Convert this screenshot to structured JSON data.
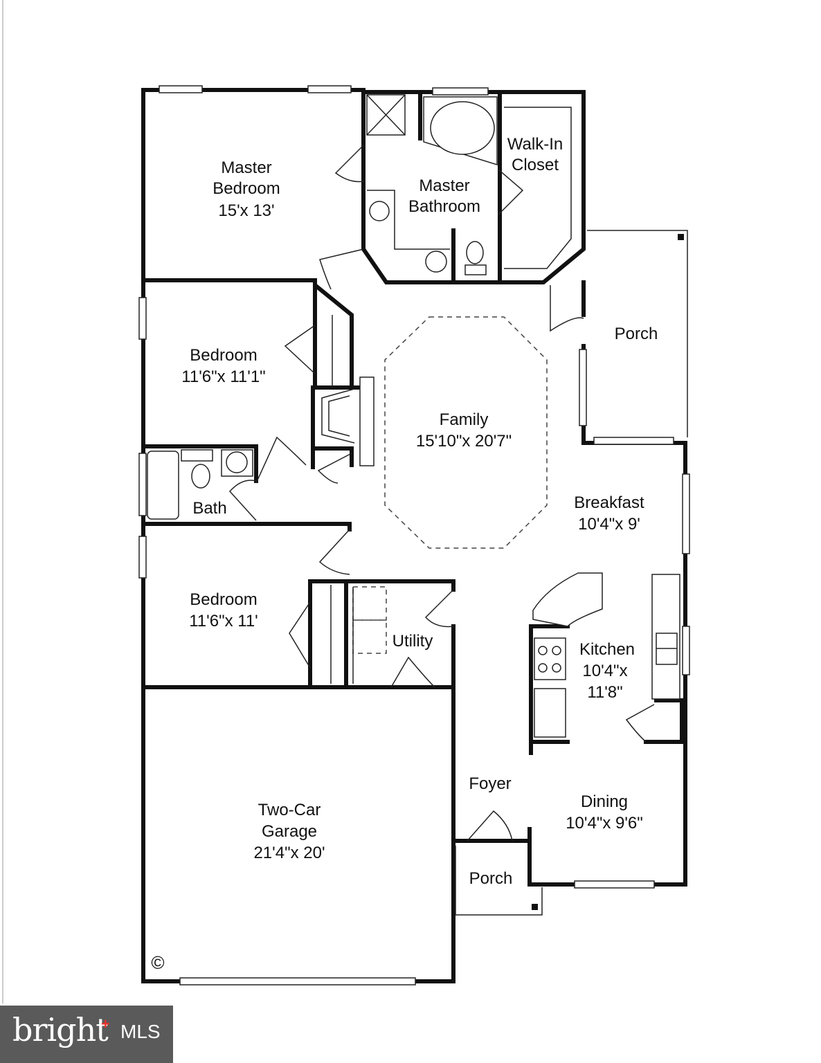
{
  "rooms": {
    "master_bedroom": {
      "name_line1": "Master",
      "name_line2": "Bedroom",
      "size": "15'x 13'"
    },
    "master_bathroom": {
      "name_line1": "Master",
      "name_line2": "Bathroom"
    },
    "walk_in_closet": {
      "name_line1": "Walk-In",
      "name_line2": "Closet"
    },
    "porch_rear": {
      "name": "Porch"
    },
    "bedroom_2": {
      "name": "Bedroom",
      "size": "11'6\"x 11'1\""
    },
    "family": {
      "name": "Family",
      "size": "15'10\"x 20'7\""
    },
    "bath": {
      "name": "Bath"
    },
    "breakfast": {
      "name": "Breakfast",
      "size": "10'4\"x 9'"
    },
    "bedroom_3": {
      "name": "Bedroom",
      "size": "11'6\"x 11'"
    },
    "utility": {
      "name": "Utility"
    },
    "kitchen": {
      "name": "Kitchen",
      "size_line1": "10'4\"x",
      "size_line2": "11'8\""
    },
    "foyer": {
      "name": "Foyer"
    },
    "dining": {
      "name": "Dining",
      "size": "10'4\"x 9'6\""
    },
    "garage": {
      "name_line1": "Two-Car",
      "name_line2": "Garage",
      "size": "21'4\"x 20'"
    },
    "porch_front": {
      "name": "Porch"
    }
  },
  "copyright_symbol": "©",
  "watermark": {
    "brand": "bright",
    "suffix": "MLS"
  },
  "colors": {
    "wall": "#111111",
    "watermark_bg": "#5a5a5a",
    "watermark_accent": "#e8332e"
  }
}
